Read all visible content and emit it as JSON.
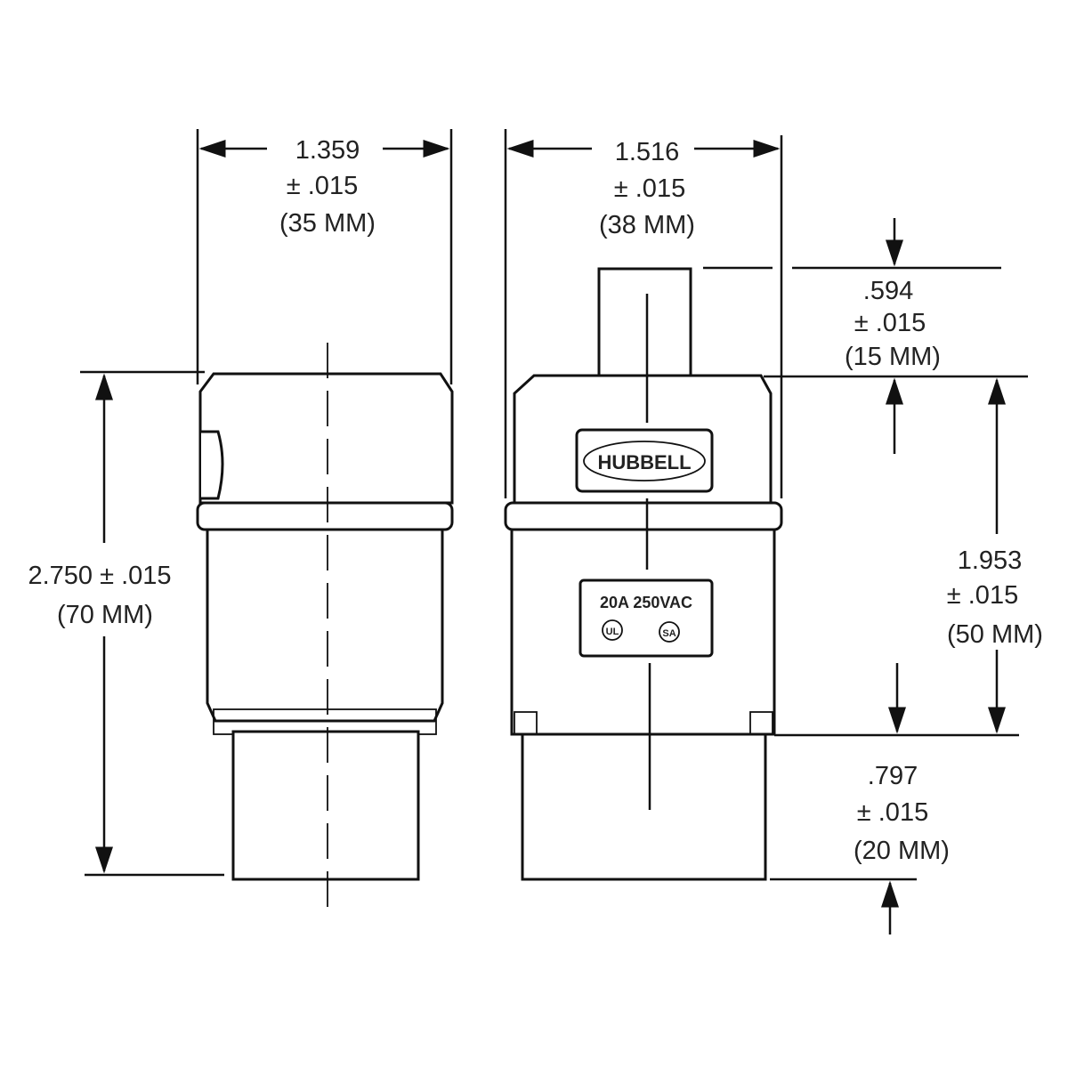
{
  "dimensions": {
    "width_side": {
      "value": "1.359",
      "tol": "± .015",
      "mm": "(35 MM)"
    },
    "width_front": {
      "value": "1.516",
      "tol": "± .015",
      "mm": "(38 MM)"
    },
    "prong": {
      "value": ".594",
      "tol": "± .015",
      "mm": "(15 MM)"
    },
    "height_total": {
      "value": "2.750 ± .015",
      "mm": "(70 MM)"
    },
    "body": {
      "value": "1.953",
      "tol": "± .015",
      "mm": "(50 MM)"
    },
    "base": {
      "value": ".797",
      "tol": "± .015",
      "mm": "(20 MM)"
    }
  },
  "labels": {
    "brand": "HUBBELL",
    "rating": "20A 250VAC",
    "ul": "UL",
    "csa": "SA"
  }
}
